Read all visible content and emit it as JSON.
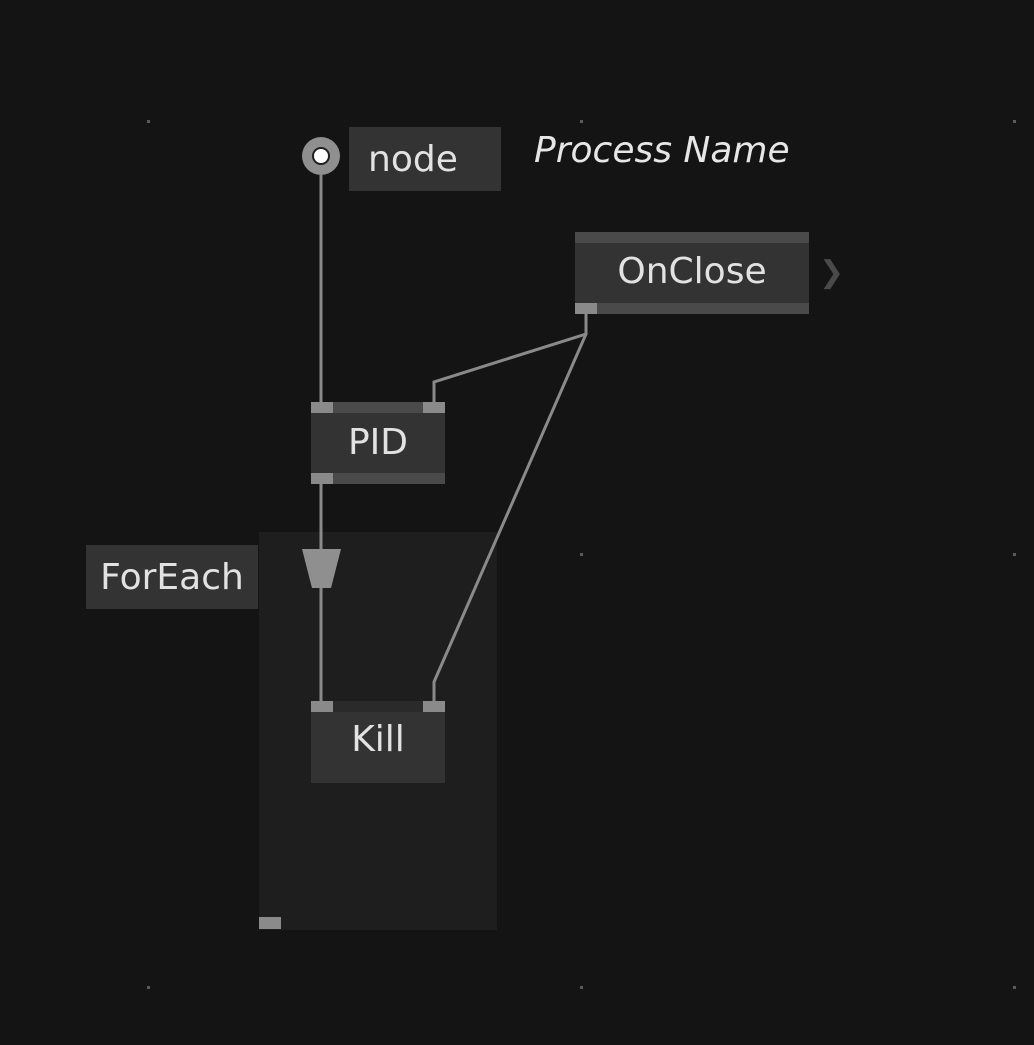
{
  "io_node": {
    "label": "node"
  },
  "comment": {
    "text": "Process Name"
  },
  "nodes": {
    "onclose": {
      "label": "OnClose"
    },
    "pid": {
      "label": "PID"
    },
    "kill": {
      "label": "Kill"
    }
  },
  "region": {
    "label": "ForEach"
  },
  "icons": {
    "output_chevron": "❯"
  },
  "colors": {
    "background": "#141414",
    "node_fill": "#333333",
    "node_bar": "#4a4a4a",
    "pin": "#8a8a8a",
    "wire": "#8a8a8a",
    "region_fill": "#1e1e1e",
    "text": "#e2e2e2"
  }
}
